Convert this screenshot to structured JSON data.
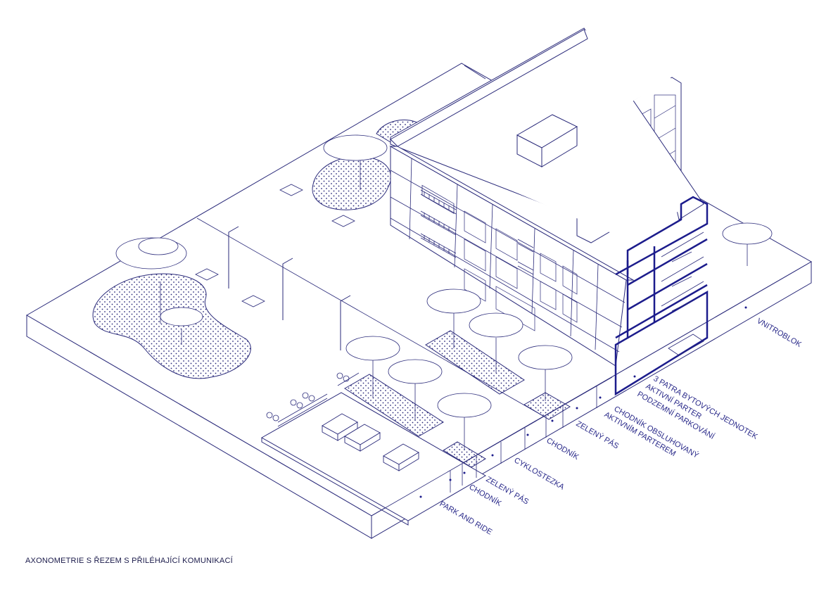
{
  "caption": "AXONOMETRIE S ŘEZEM S PŘILÉHAJÍCÍ KOMUNIKACÍ",
  "colors": {
    "line": "#2a2a7a",
    "accent": "#1c1c8c",
    "text": "#2a2a8a",
    "background": "#ffffff"
  },
  "zones_bottom": [
    "PARK AND RIDE",
    "CHODNÍK",
    "ZELENÝ PÁS",
    "CYKLOSTEZKA",
    "CHODNÍK",
    "ZELENÝ PÁS"
  ],
  "zones_upper": [
    "CHODNÍK OBSLUHOVANÝ AKTIVNÍM PARTEREM",
    "PODZEMNÍ PARKOVÁNÍ",
    "AKTIVNÍ PARTER",
    "3 PATRA BYTOVÝCH JEDNOTEK"
  ],
  "zone_right": "VNITROBLOK"
}
